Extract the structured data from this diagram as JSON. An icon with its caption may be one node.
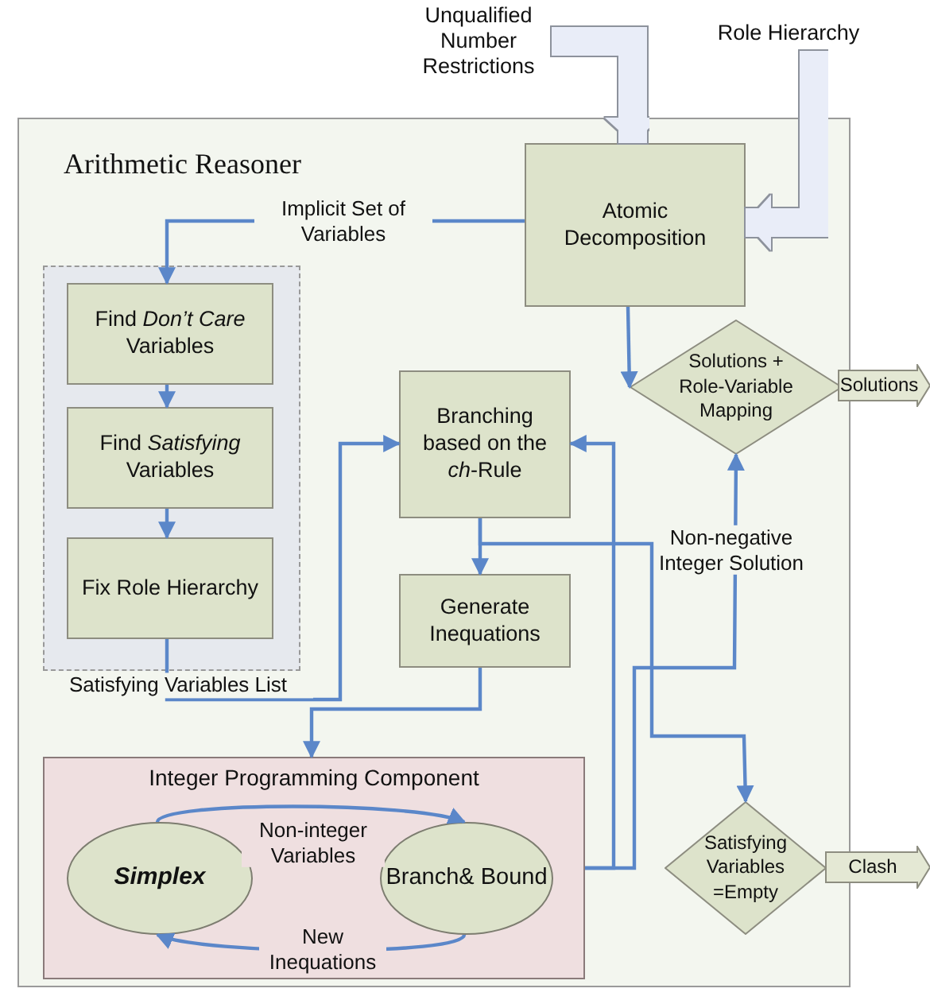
{
  "diagram": {
    "nodes": [
      {
        "text": [
          "Unqualified Number Restrictions"
        ]
      },
      {
        "text": [
          "Role Hierarchy"
        ]
      },
      {
        "text": [
          "Arithmetic Reasoner"
        ]
      },
      {
        "text": [
          "Atomic Decomposition"
        ],
        "in": 2
      },
      {
        "text": [],
        "shape": "box",
        "in": 2
      },
      {
        "text": [
          "Find *Don’t Care* Variables"
        ],
        "in": 4
      },
      {
        "text": [
          "Find *Satisfying* Variables"
        ],
        "in": 4
      },
      {
        "text": [
          "Fix Role Hierarchy"
        ],
        "in": 4
      },
      {
        "text": [
          "Branching based on the *ch*-Rule"
        ],
        "in": 2
      },
      {
        "text": [
          "Generate Inequations"
        ],
        "in": 2
      },
      {
        "text": [
          "Solutions + Role-Variable Mapping"
        ],
        "in": 2
      },
      {
        "text": [
          "Solutions"
        ]
      },
      {
        "text": [
          "Satisfying Variables =Empty"
        ],
        "in": 2
      },
      {
        "text": [
          "Clash"
        ]
      },
      {
        "text": [
          "Integer Programming Component"
        ],
        "in": 2
      },
      {
        "text": [
          "Simplex"
        ],
        "in": 14
      },
      {
        "text": [
          "Branch& Bound"
        ],
        "in": 14
      }
    ],
    "edges": [
      {
        "from": 0,
        "to": 3,
        "arrow": "to",
        "style": "thick",
        "color": "#e9edf8"
      },
      {
        "from": 1,
        "to": 3,
        "arrow": "to",
        "style": "thick",
        "color": "#e9edf8"
      },
      {
        "from": 3,
        "to": 5,
        "arrow": "to",
        "label": "Implicit Set of Variables"
      },
      {
        "from": 5,
        "to": 6,
        "arrow": "to"
      },
      {
        "from": 6,
        "to": 7,
        "arrow": "to"
      },
      {
        "from": 7,
        "to": 8,
        "arrow": "to",
        "label": "Satisfying Variables List"
      },
      {
        "from": 3,
        "to": 10,
        "arrow": "to"
      },
      {
        "from": 8,
        "to": 9,
        "arrow": "to"
      },
      {
        "from": 9,
        "to": 14,
        "arrow": "to"
      },
      {
        "from": 14,
        "to": 8,
        "arrow": "to"
      },
      {
        "from": 14,
        "to": 10,
        "arrow": "to",
        "label": "Non-negative Integer Solution"
      },
      {
        "from": 8,
        "to": 12,
        "arrow": "to"
      },
      {
        "from": 15,
        "to": 16,
        "arrow": "to",
        "label": "Non-integer Variables"
      },
      {
        "from": 16,
        "to": 15,
        "arrow": "to",
        "label": "New Inequations"
      }
    ]
  }
}
